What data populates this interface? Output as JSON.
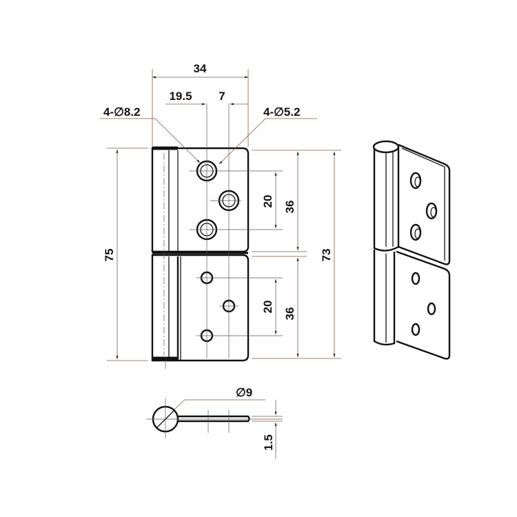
{
  "front_view": {
    "width_overall": "34",
    "offset_large_holes": "19.5",
    "offset_small_holes": "7",
    "large_hole_callout": "4-∅8.2",
    "small_hole_callout": "4-∅5.2",
    "height_overall": "75",
    "leaf_height": "73",
    "upper_hole_spacing": "20",
    "upper_leaf_height": "36",
    "lower_hole_spacing": "20",
    "lower_leaf_height": "36"
  },
  "bottom_view": {
    "pin_diameter": "∅9",
    "thickness": "1.5"
  }
}
